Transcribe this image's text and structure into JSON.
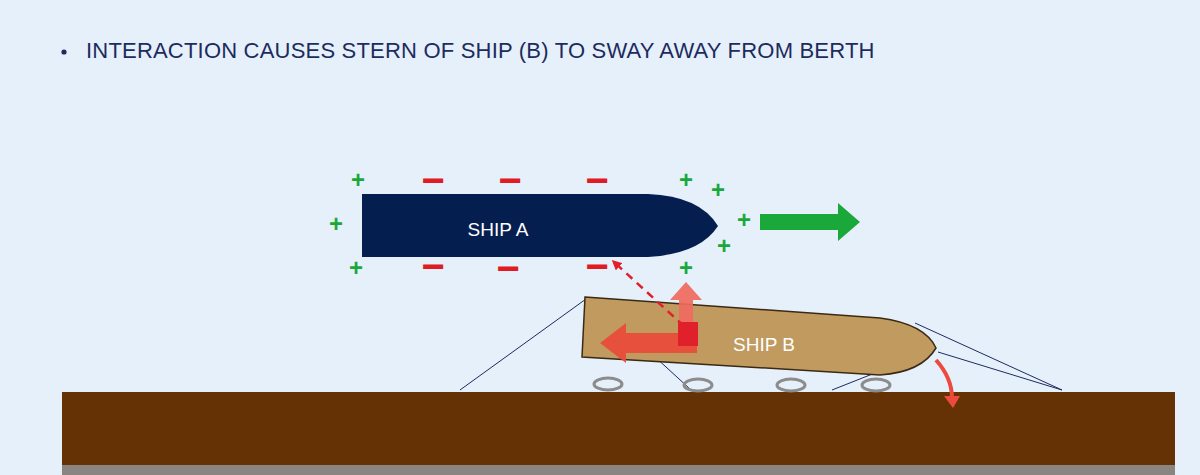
{
  "diagram": {
    "title": "INTERACTION CAUSES STERN OF SHIP (B) TO SWAY AWAY FROM BERTH",
    "nodes": [
      {
        "text": [
          "SHIP A"
        ]
      },
      {
        "text": [
          "SHIP B"
        ]
      }
    ],
    "labels": [
      "+",
      "−",
      "−",
      "−",
      "+",
      "+",
      "+",
      "+",
      "+",
      "−",
      "−",
      "−",
      "+",
      "+"
    ]
  }
}
